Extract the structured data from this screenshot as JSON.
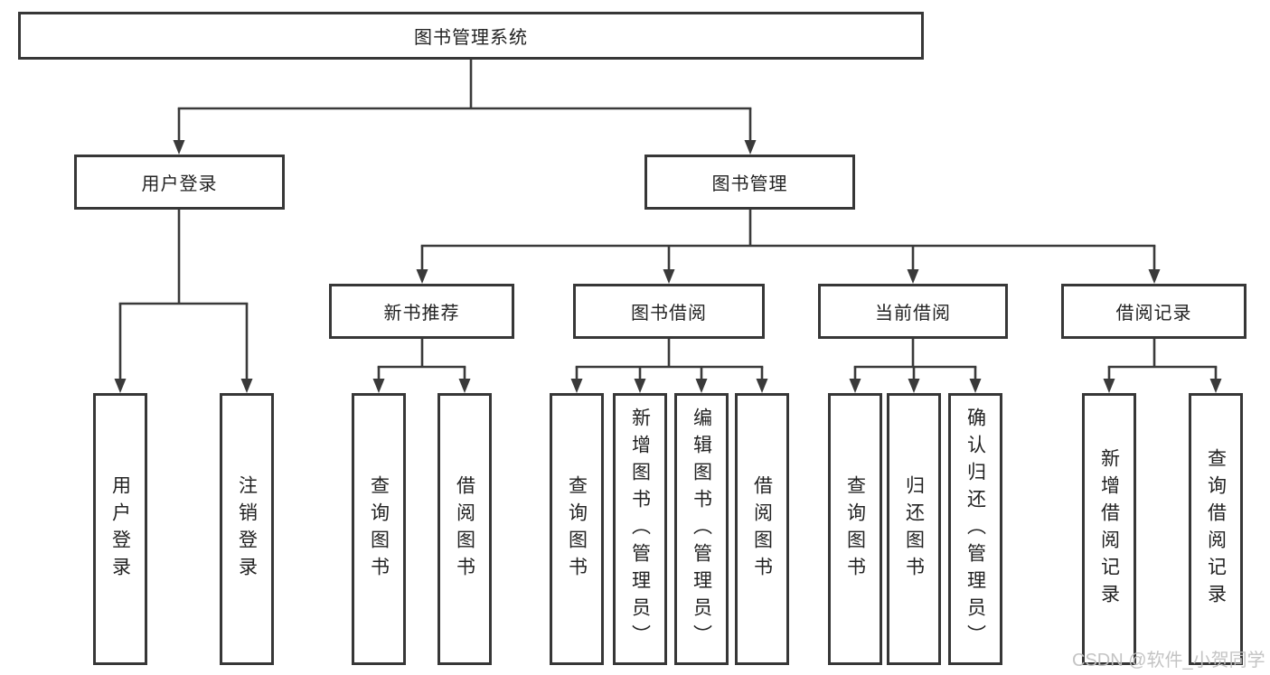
{
  "diagram_title": "图书管理系统",
  "watermark": "CSDN @软件_小贺同学",
  "colors": {
    "line": "#3a3a3a",
    "box_border": "#373737",
    "box_fill": "#ffffff",
    "text": "#222222",
    "watermark": "#c1c1c1",
    "background": "#ffffff"
  },
  "tree": {
    "root": {
      "label": "图书管理系统"
    },
    "children": [
      {
        "label": "用户登录",
        "children": [
          {
            "label": "用户登录"
          },
          {
            "label": "注销登录"
          }
        ]
      },
      {
        "label": "图书管理",
        "children": [
          {
            "label": "新书推荐",
            "children": [
              {
                "label": "查询图书"
              },
              {
                "label": "借阅图书"
              }
            ]
          },
          {
            "label": "图书借阅",
            "children": [
              {
                "label": "查询图书"
              },
              {
                "label": "新增图书（管理员）"
              },
              {
                "label": "编辑图书（管理员）"
              },
              {
                "label": "借阅图书"
              }
            ]
          },
          {
            "label": "当前借阅",
            "children": [
              {
                "label": "查询图书"
              },
              {
                "label": "归还图书"
              },
              {
                "label": "确认归还（管理员）"
              }
            ]
          },
          {
            "label": "借阅记录",
            "children": [
              {
                "label": "新增借阅记录"
              },
              {
                "label": "查询借阅记录"
              }
            ]
          }
        ]
      }
    ]
  }
}
